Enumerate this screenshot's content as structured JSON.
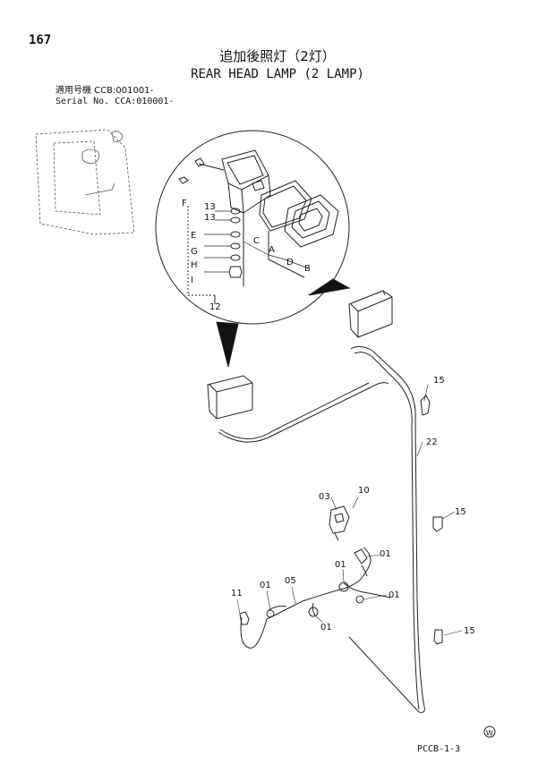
{
  "header": {
    "page_number": "167",
    "title_jp": "追加後照灯（2灯）",
    "title_en": "REAR HEAD LAMP (2 LAMP)",
    "serial_line1": "適用号機  CCB:001001-",
    "serial_line2": "Serial No. CCA:010001-"
  },
  "footer": {
    "code": "PCCB-1-3",
    "symbol": "W"
  },
  "callouts": {
    "c13a": "13",
    "c13b": "13",
    "cF": "F",
    "cE": "E",
    "cG": "G",
    "cH": "H",
    "cI": "I",
    "cC": "C",
    "cA": "A",
    "cD": "D",
    "cB": "B",
    "c12": "12",
    "c15a": "15",
    "c22": "22",
    "c15b": "15",
    "c03": "03",
    "c10": "10",
    "c01a": "01",
    "c01b": "01",
    "c01c": "01",
    "c05": "05",
    "c01d": "01",
    "c11": "11",
    "c01e": "01",
    "c15c": "15"
  }
}
